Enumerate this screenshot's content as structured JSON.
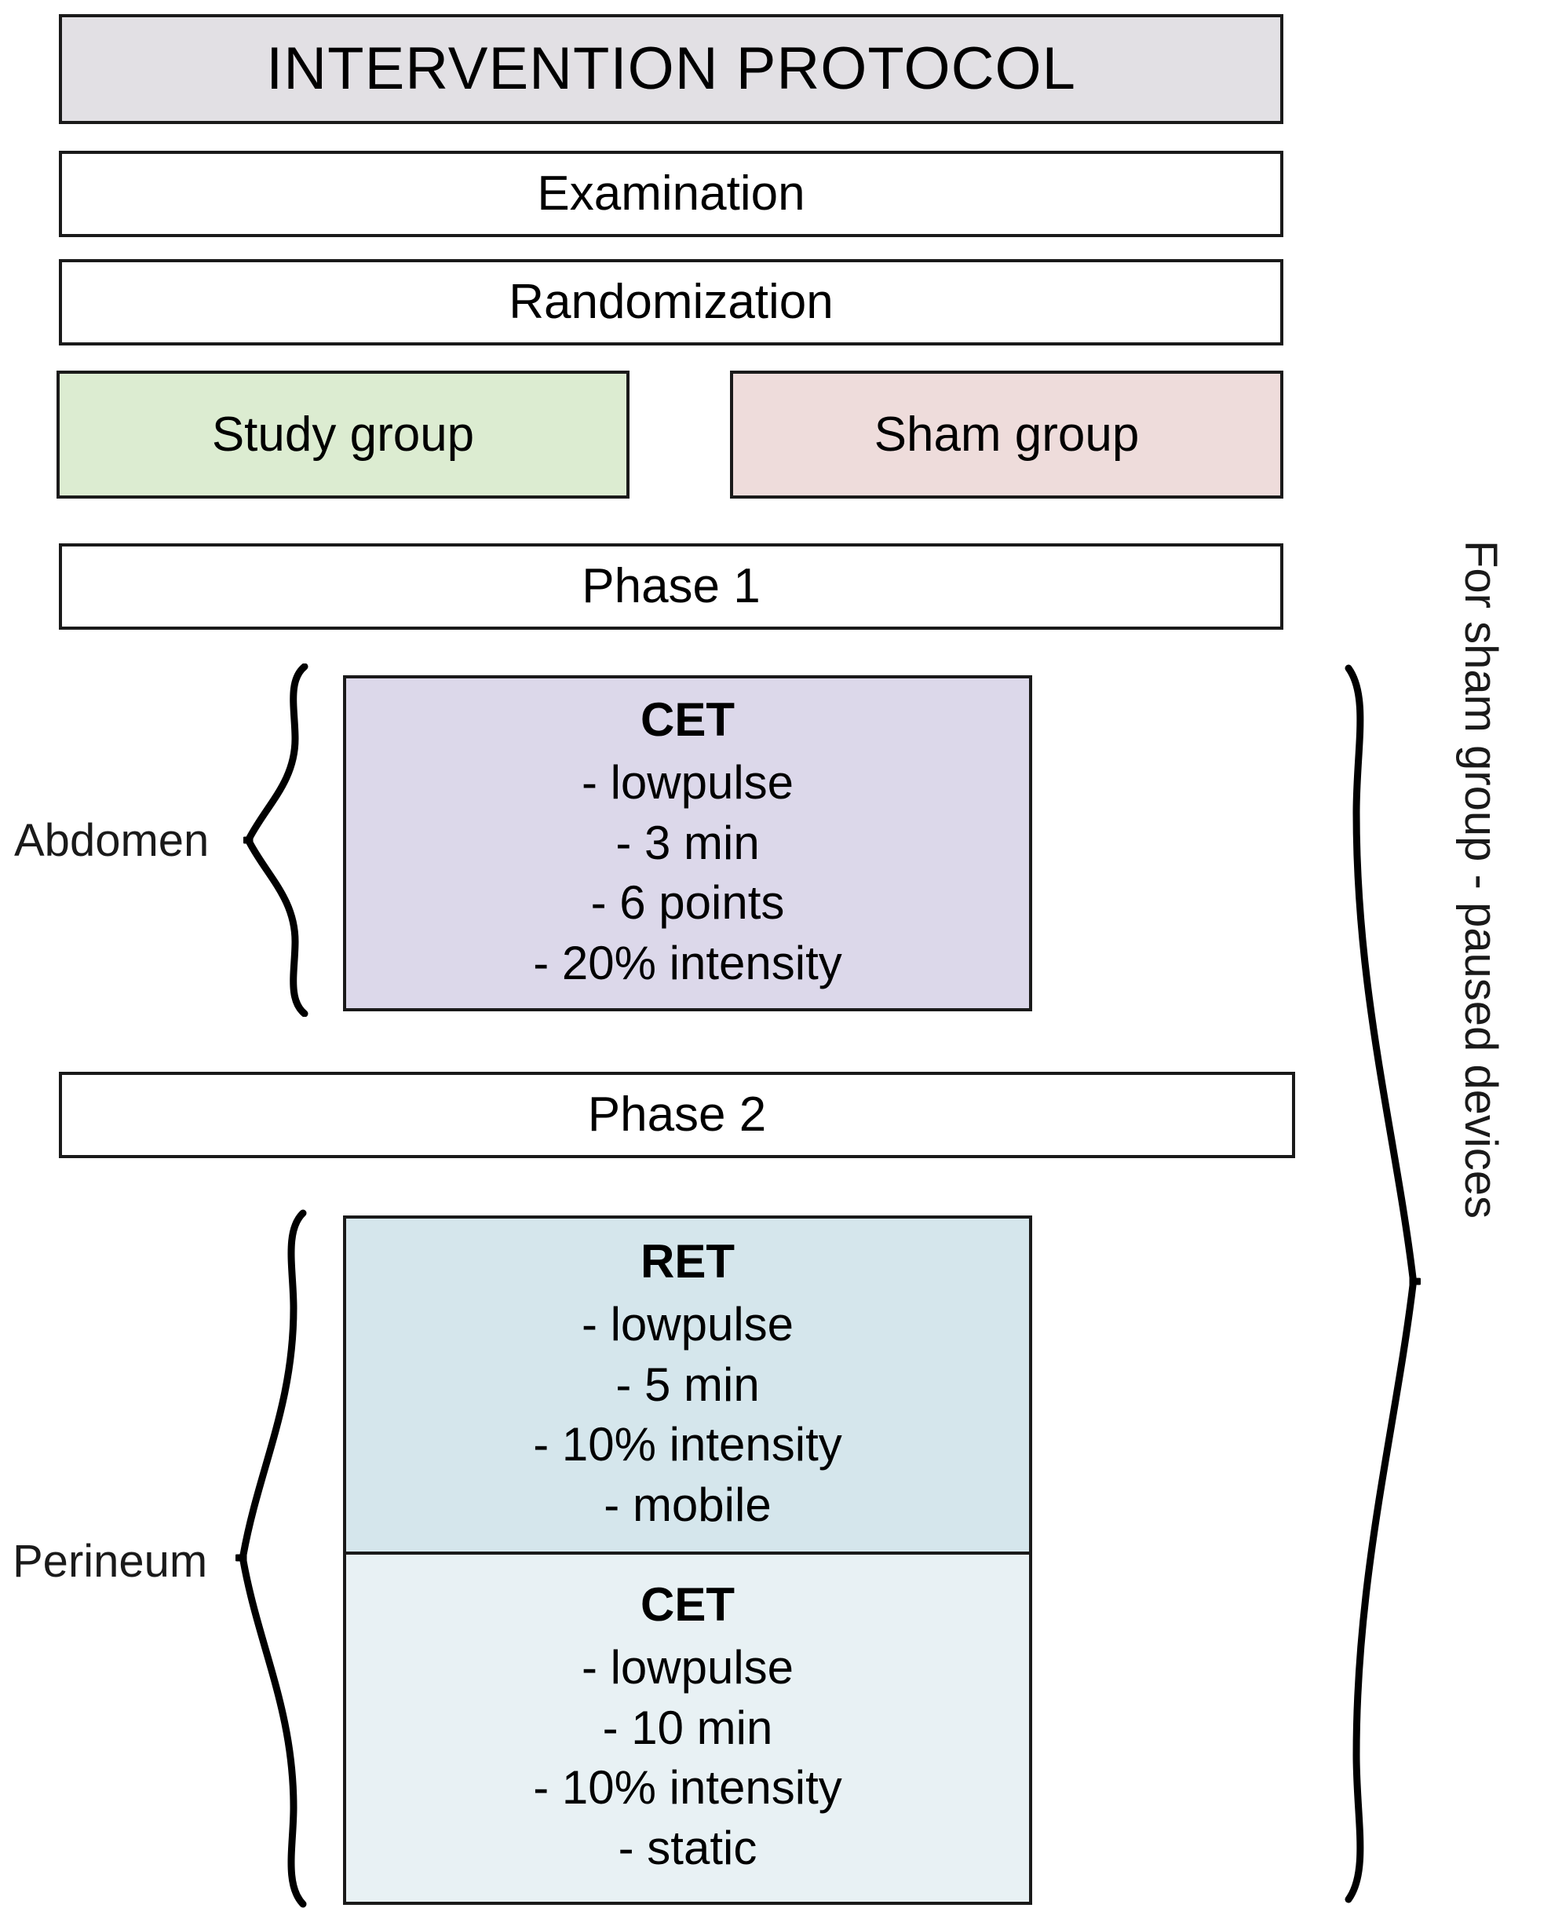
{
  "diagram": {
    "title": "INTERVENTION PROTOCOL",
    "steps": {
      "examination": "Examination",
      "randomization": "Randomization"
    },
    "groups": {
      "study": "Study group",
      "sham": "Sham group"
    },
    "phases": {
      "phase1": "Phase 1",
      "phase2": "Phase 2"
    },
    "region_labels": {
      "abdomen": "Abdomen",
      "perineum": "Perineum"
    },
    "treatments": {
      "abdomen_cet": {
        "name": "CET",
        "lines": [
          "- lowpulse",
          "- 3 min",
          "- 6 points",
          "- 20% intensity"
        ]
      },
      "perineum_ret": {
        "name": "RET",
        "lines": [
          "- lowpulse",
          "- 5 min",
          "- 10% intensity",
          "- mobile"
        ]
      },
      "perineum_cet": {
        "name": "CET",
        "lines": [
          "- lowpulse",
          "- 10 min",
          "- 10% intensity",
          "- static"
        ]
      }
    },
    "sham_note": "For sham group - paused devices",
    "colors": {
      "title_fill": "#e2e0e4",
      "study_fill": "#dcecd1",
      "sham_fill": "#eedcdb",
      "abdomen_cet_fill": "#dcd8ea",
      "perineum_ret_fill": "#d5e6ec",
      "perineum_cet_fill": "#e8f1f4",
      "border": "#1a1a1a",
      "text": "#000000",
      "background": "#ffffff"
    }
  }
}
